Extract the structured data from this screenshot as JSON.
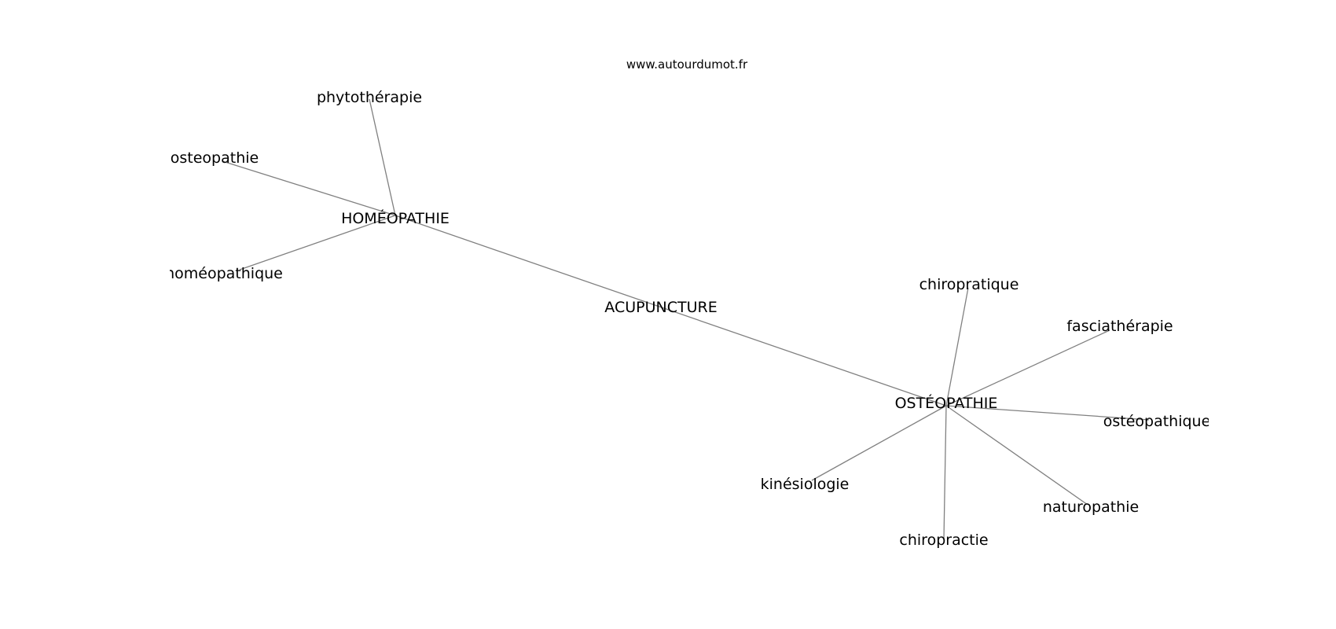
{
  "site_url": "www.autourdumot.fr",
  "colors": {
    "edge": "#808080",
    "label": "#000000",
    "background": "#ffffff"
  },
  "graph": {
    "center": "ACUPUNCTURE",
    "nodes": [
      {
        "id": "acupuncture",
        "label": "ACUPUNCTURE"
      },
      {
        "id": "homeopathie",
        "label": "HOMÉOPATHIE"
      },
      {
        "id": "osteopathie-hub",
        "label": "OSTÉOPATHIE"
      },
      {
        "id": "phytotherapie",
        "label": "phytothérapie"
      },
      {
        "id": "osteopathie",
        "label": "osteopathie"
      },
      {
        "id": "homeopathique",
        "label": "homéopathique"
      },
      {
        "id": "chiropratique",
        "label": "chiropratique"
      },
      {
        "id": "fasciatherapie",
        "label": "fasciathérapie"
      },
      {
        "id": "osteopathique",
        "label": "ostéopathique"
      },
      {
        "id": "naturopathie",
        "label": "naturopathie"
      },
      {
        "id": "chiropractie",
        "label": "chiropractie"
      },
      {
        "id": "kinesiologie",
        "label": "kinésiologie"
      }
    ],
    "edges": [
      [
        "homeopathie",
        "osteopathie-hub"
      ],
      [
        "homeopathie",
        "phytotherapie"
      ],
      [
        "homeopathie",
        "osteopathie"
      ],
      [
        "homeopathie",
        "homeopathique"
      ],
      [
        "osteopathie-hub",
        "chiropratique"
      ],
      [
        "osteopathie-hub",
        "fasciatherapie"
      ],
      [
        "osteopathie-hub",
        "osteopathique"
      ],
      [
        "osteopathie-hub",
        "naturopathie"
      ],
      [
        "osteopathie-hub",
        "chiropractie"
      ],
      [
        "osteopathie-hub",
        "kinesiologie"
      ]
    ]
  }
}
